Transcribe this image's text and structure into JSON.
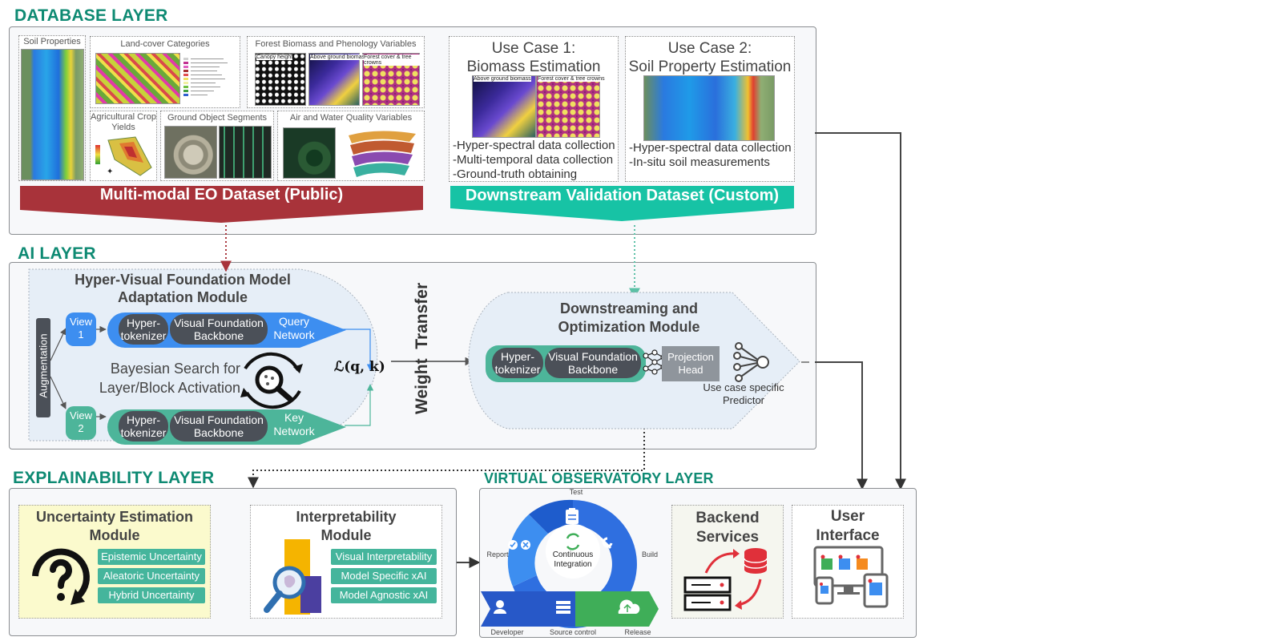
{
  "layers": {
    "database": "DATABASE LAYER",
    "ai": "AI LAYER",
    "explainability": "EXPLAINABILITY LAYER",
    "observatory": "VIRTUAL OBSERVATORY LAYER"
  },
  "database": {
    "soil_properties": "Soil Properties",
    "land_cover": "Land-cover Categories",
    "forest": "Forest Biomass and Phenology Variables",
    "forest_subs": [
      "Canopy height",
      "Above ground biomass",
      "Forest cover & tree crowns"
    ],
    "crop_yields": "Agricultural Crop Yields",
    "ground_segments": "Ground Object Segments",
    "air_water": "Air and Water Quality Variables",
    "public_banner": "Multi-modal EO Dataset (Public)",
    "custom_banner": "Downstream Validation Dataset (Custom)",
    "use_case_1": {
      "title_line1": "Use Case 1:",
      "title_line2": "Biomass Estimation",
      "img_labels": [
        "Above ground biomass",
        "Forest cover & tree crowns"
      ],
      "bullets": [
        "-Hyper-spectral data collection",
        "-Multi-temporal data collection",
        "-Ground-truth obtaining"
      ]
    },
    "use_case_2": {
      "title_line1": "Use Case 2:",
      "title_line2": "Soil Property Estimation",
      "bullets": [
        "-Hyper-spectral data collection",
        "-In-situ soil measurements"
      ]
    }
  },
  "ai": {
    "hvfm_title_1": "Hyper-Visual Foundation Model",
    "hvfm_title_2": "Adaptation Module",
    "augmentation": "Augmentation",
    "view1": [
      "View",
      "1"
    ],
    "view2": [
      "View",
      "2"
    ],
    "hyper_tokenizer": [
      "Hyper-",
      "tokenizer"
    ],
    "vfb": [
      "Visual Foundation",
      "Backbone"
    ],
    "query_network": [
      "Query",
      "Network"
    ],
    "key_network": [
      "Key",
      "Network"
    ],
    "bayesian": [
      "Bayesian Search for",
      "Layer/Block Activation"
    ],
    "loss": "ℒ(q, k)",
    "weight_transfer": "Weight  Transfer",
    "downstream_title_1": "Downstreaming and",
    "downstream_title_2": "Optimization Module",
    "projection_head": [
      "Projection",
      "Head"
    ],
    "predictor": [
      "Use case specific",
      "Predictor"
    ]
  },
  "explainability": {
    "uncertainty_title": [
      "Uncertainty Estimation",
      "Module"
    ],
    "uncertainty_items": [
      "Epistemic Uncertainty",
      "Aleatoric Uncertainty",
      "Hybrid Uncertainty"
    ],
    "interpretability_title": [
      "Interpretability",
      "Module"
    ],
    "interpretability_items": [
      "Visual Interpretability",
      "Model Specific xAI",
      "Model Agnostic xAI"
    ]
  },
  "observatory": {
    "ci_center": [
      "Continuous",
      "Integration"
    ],
    "ci_labels": {
      "test": "Test",
      "build": "Build",
      "report": "Report",
      "developer": "Developer",
      "source": "Source control",
      "release": "Release"
    },
    "backend": [
      "Backend",
      "Services"
    ],
    "ui": [
      "User",
      "Interface"
    ]
  },
  "colors": {
    "teal_title": "#0e8a73",
    "red_banner": "#a8333a",
    "teal_banner": "#17c3a5",
    "blue_net": "#3d8ef0",
    "teal_net": "#4db59a",
    "pill": "#4b5058",
    "yellow_box": "#fbfacd",
    "ci_blue": "#2f6fe0",
    "ci_green": "#3fae58"
  }
}
